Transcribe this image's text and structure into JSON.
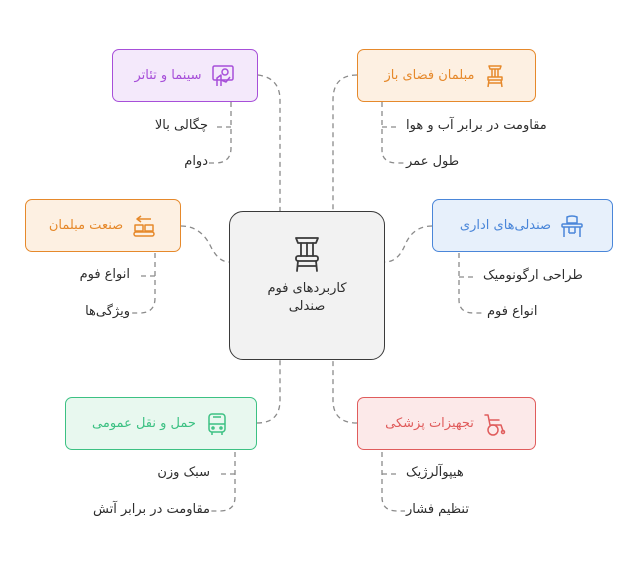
{
  "center": {
    "title": "کاربردهای فوم صندلی",
    "icon": "chair-icon"
  },
  "branches": {
    "cinema": {
      "label": "سینما و تئاتر",
      "icon": "theater-icon",
      "color": "#a74fd9",
      "fill": "#f4e9fb",
      "items": [
        "چگالی بالا",
        "دوام"
      ]
    },
    "furniture_industry": {
      "label": "صنعت مبلمان",
      "icon": "factory-conveyor-icon",
      "color": "#e6892b",
      "fill": "#fdf0e2",
      "items": [
        "انواع فوم",
        "ویژگی‌ها"
      ]
    },
    "transport": {
      "label": "حمل و نقل عمومی",
      "icon": "bus-icon",
      "color": "#3cc183",
      "fill": "#e8f8ef",
      "items": [
        "سبک وزن",
        "مقاومت در برابر آتش"
      ]
    },
    "outdoor": {
      "label": "مبلمان فضای باز",
      "icon": "outdoor-chair-icon",
      "color": "#e6892b",
      "fill": "#fdf0e2",
      "items": [
        "مقاومت در برابر آب و هوا",
        "طول عمر"
      ]
    },
    "office": {
      "label": "صندلی‌های اداری",
      "icon": "office-desk-icon",
      "color": "#4a86d9",
      "fill": "#e7f0fb",
      "items": [
        "طراحی ارگونومیک",
        "انواع فوم"
      ]
    },
    "medical": {
      "label": "تجهیزات پزشکی",
      "icon": "wheelchair-icon",
      "color": "#e05c5c",
      "fill": "#fce9e9",
      "items": [
        "هیپوآلرژیک",
        "تنظیم فشار"
      ]
    }
  }
}
